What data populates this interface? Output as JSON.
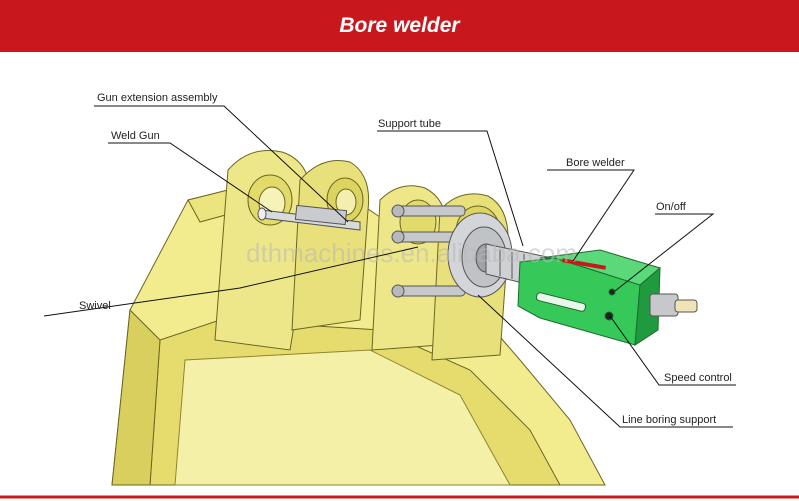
{
  "header": {
    "title": "Bore welder"
  },
  "labels": {
    "gun_extension": "Gun extension assembly",
    "weld_gun": "Weld Gun",
    "swivel": "Swivel",
    "support_tube": "Support tube",
    "bore_welder": "Bore welder",
    "on_off": "On/off",
    "speed_control": "Speed control",
    "line_boring_support": "Line boring support"
  },
  "watermark": "dthmachines.en.alibaba.com",
  "colors": {
    "header_bg": "#c8181e",
    "header_text": "#ffffff",
    "bucket_fill": "#f2ec8e",
    "bucket_shade": "#d8cf5e",
    "welder_green": "#2fbf4f",
    "metal": "#bfc2c6"
  }
}
